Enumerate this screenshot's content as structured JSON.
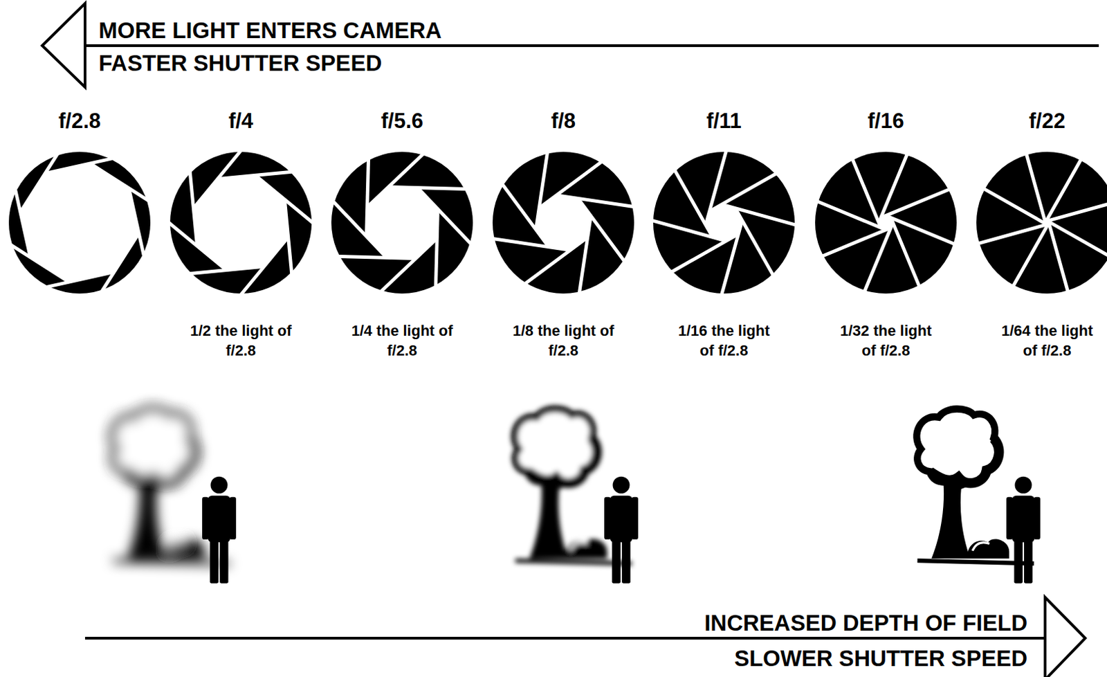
{
  "diagram": {
    "nodes": [
      {
        "text": [
          "f/2.8"
        ]
      },
      {
        "text": [
          "f/4",
          "1/2 the light of f/2.8"
        ]
      },
      {
        "text": [
          "f/5.6",
          "1/4 the light of f/2.8"
        ]
      },
      {
        "text": [
          "f/8",
          "1/8 the light of f/2.8"
        ]
      },
      {
        "text": [
          "f/11",
          "1/16 the light of f/2.8"
        ]
      },
      {
        "text": [
          "f/16",
          "1/32 the light of f/2.8"
        ]
      },
      {
        "text": [
          "f/22",
          "1/64 the light of f/2.8"
        ]
      }
    ],
    "labels": [
      "MORE LIGHT ENTERS CAMERA",
      "FASTER SHUTTER SPEED",
      "INCREASED DEPTH OF FIELD",
      "SLOWER SHUTTER SPEED"
    ]
  }
}
